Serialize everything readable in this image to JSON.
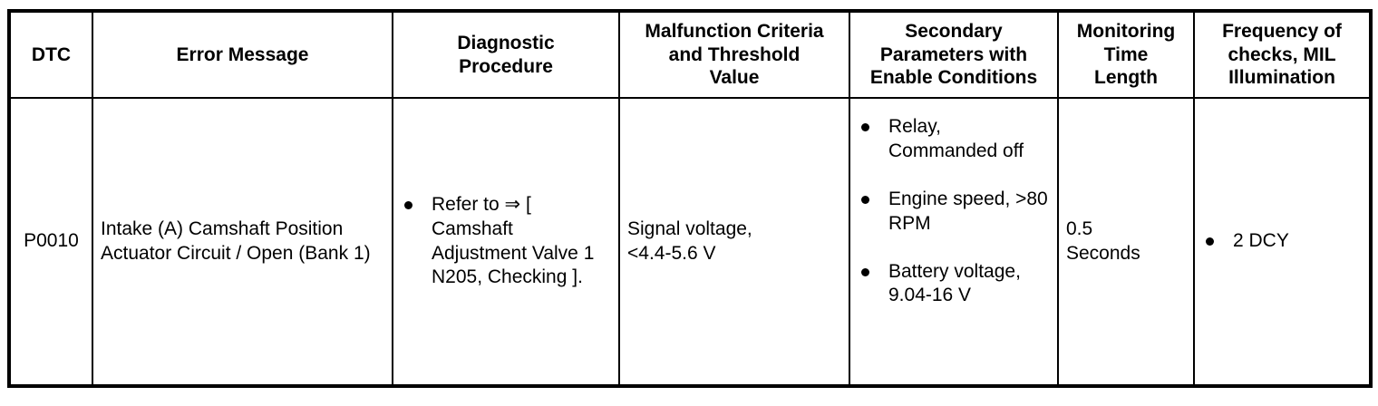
{
  "table": {
    "headers": [
      "DTC",
      "Error Message",
      "Diagnostic\nProcedure",
      "Malfunction Criteria\nand Threshold\nValue",
      "Secondary\nParameters with\nEnable Conditions",
      "Monitoring\nTime\nLength",
      "Frequency of\nchecks, MIL\nIllumination"
    ],
    "rows": [
      {
        "dtc": "P0010",
        "error_message": "Intake (A) Camshaft Position Actuator Circuit / Open (Bank 1)",
        "diagnostic_procedure": [
          "Refer to ⇒ [ Camshaft Adjustment Valve 1 N205, Checking ]."
        ],
        "malfunction_criteria": "Signal voltage,\n<4.4-5.6 V",
        "secondary_parameters": [
          "Relay, Commanded off",
          "Engine speed, >80 RPM",
          "Battery voltage, 9.04-16 V"
        ],
        "monitoring_time_length": "0.5\nSeconds",
        "frequency_of_checks": [
          "2 DCY"
        ]
      }
    ]
  }
}
